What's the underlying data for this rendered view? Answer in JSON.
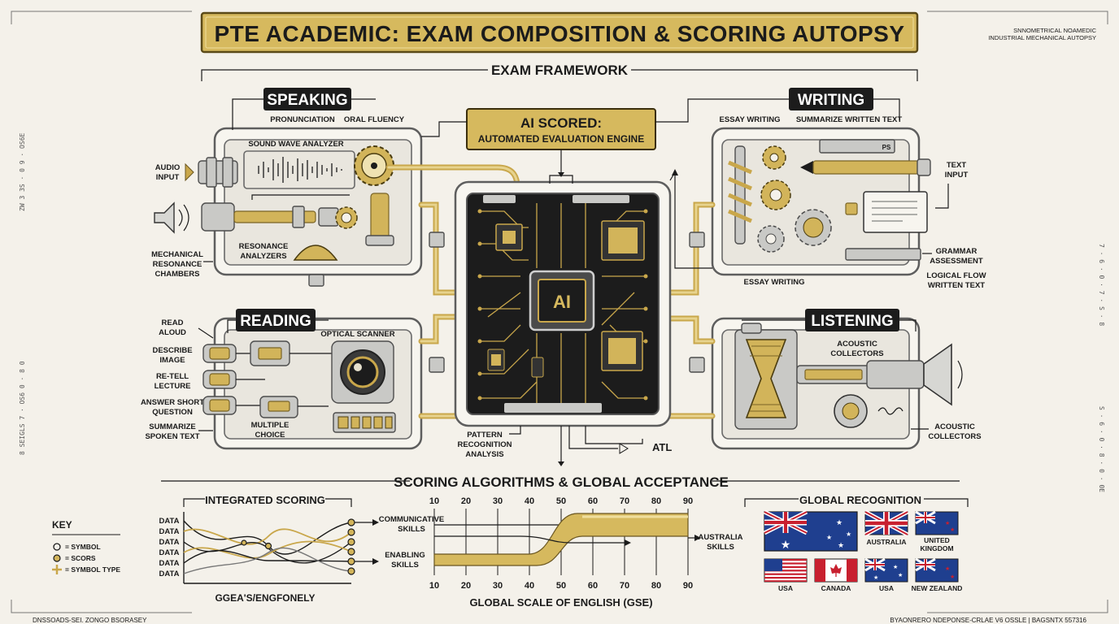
{
  "title": "PTE ACADEMIC: EXAM COMPOSITION & SCORING AUTOPSY",
  "corner_tr": [
    "SNNOMETRICAL NOAMEDIC",
    "INDUSTRIAL MECHANICAL AUTOPSY"
  ],
  "framework_label": "EXAM FRAMEWORK",
  "ai_box": {
    "line1": "AI SCORED:",
    "line2": "AUTOMATED EVALUATION ENGINE"
  },
  "ai_chip": "AI",
  "speaking": {
    "title": "SPEAKING",
    "pronunciation": "PRONUNCIATION",
    "oral_fluency": "ORAL FLUENCY",
    "analyzer": "SOUND WAVE ANALYZER",
    "audio_input": [
      "AUDIO",
      "INPUT"
    ],
    "resonance": [
      "RESONANCE",
      "ANALYZERS"
    ],
    "chambers": [
      "MECHANICAL",
      "RESONANCE",
      "CHAMBERS"
    ]
  },
  "writing": {
    "title": "WRITING",
    "essay": "ESSAY WRITING",
    "summarize": "SUMMARIZE WRITTEN TEXT",
    "text_input": [
      "TEXT",
      "INPUT"
    ],
    "grammar": [
      "GRAMMAR",
      "ASSESSMENT"
    ],
    "logical": [
      "LOGICAL FLOW",
      "WRITTEN TEXT"
    ],
    "essay_bottom": "ESSAY WRITING",
    "ps": "PS"
  },
  "reading": {
    "title": "READING",
    "read_aloud": [
      "READ",
      "ALOUD"
    ],
    "describe_image": [
      "DESCRIBE",
      "IMAGE"
    ],
    "retell": [
      "RE-TELL",
      "LECTURE"
    ],
    "answer_short": [
      "ANSWER SHORT",
      "QUESTION"
    ],
    "summarize_spoken": [
      "SUMMARIZE",
      "SPOKEN TEXT"
    ],
    "optical": "OPTICAL SCANNER",
    "multiple": [
      "MULTIPLE",
      "CHOICE"
    ]
  },
  "listening": {
    "title": "LISTENING",
    "collectors_top": [
      "ACOUSTIC",
      "COLLECTORS"
    ],
    "collectors_bottom": [
      "ACOUSTIC",
      "COLLECTORS"
    ]
  },
  "pattern": [
    "PATTERN",
    "RECOGNITION",
    "ANALYSIS"
  ],
  "atl": "ATL",
  "scoring_title": "SCORING ALGORITHMS & GLOBAL ACCEPTANCE",
  "integrated": {
    "title": "INTEGRATED SCORING",
    "data_labels": [
      "DATA",
      "DATA",
      "DATA",
      "DATA",
      "DATA",
      "DATA"
    ],
    "communicative": [
      "COMMUNICATIVE",
      "SKILLS"
    ],
    "enabling": [
      "ENABLING",
      "SKILLS"
    ],
    "bottom": "GGEA'S/ENGFONELY"
  },
  "key": {
    "title": "KEY",
    "items": [
      "= SYMBOL",
      "= SCORS",
      "= SYMBOL TYPE"
    ]
  },
  "gse": {
    "top_ticks": [
      "10",
      "20",
      "30",
      "40",
      "50",
      "60",
      "70",
      "80",
      "90"
    ],
    "bottom_ticks": [
      "10",
      "20",
      "30",
      "40",
      "50",
      "60",
      "70",
      "80",
      "90"
    ],
    "label": "GLOBAL SCALE OF ENGLISH (GSE)",
    "australia": [
      "AUSTRALIA",
      "SKILLS"
    ]
  },
  "global": {
    "title": "GLOBAL RECOGNITION",
    "countries": [
      "AUSTRALIA",
      "UNITED",
      "KINGDOM",
      "USA",
      "CANADA",
      "USA",
      "NEW ZEALAND"
    ]
  },
  "footer_left": "DNSSOADS-SEI. ZONGO BSORASEY",
  "footer_right": "BYAONRERO NDEPONSE-CRLAE V6 OSSLE  |  BagsNtx 557316",
  "colors": {
    "gold": "#c9a74b",
    "dark": "#1c1c1c",
    "paper": "#f4f1ea",
    "flag_blue": "#1f3f8f",
    "flag_red": "#c8202f"
  }
}
